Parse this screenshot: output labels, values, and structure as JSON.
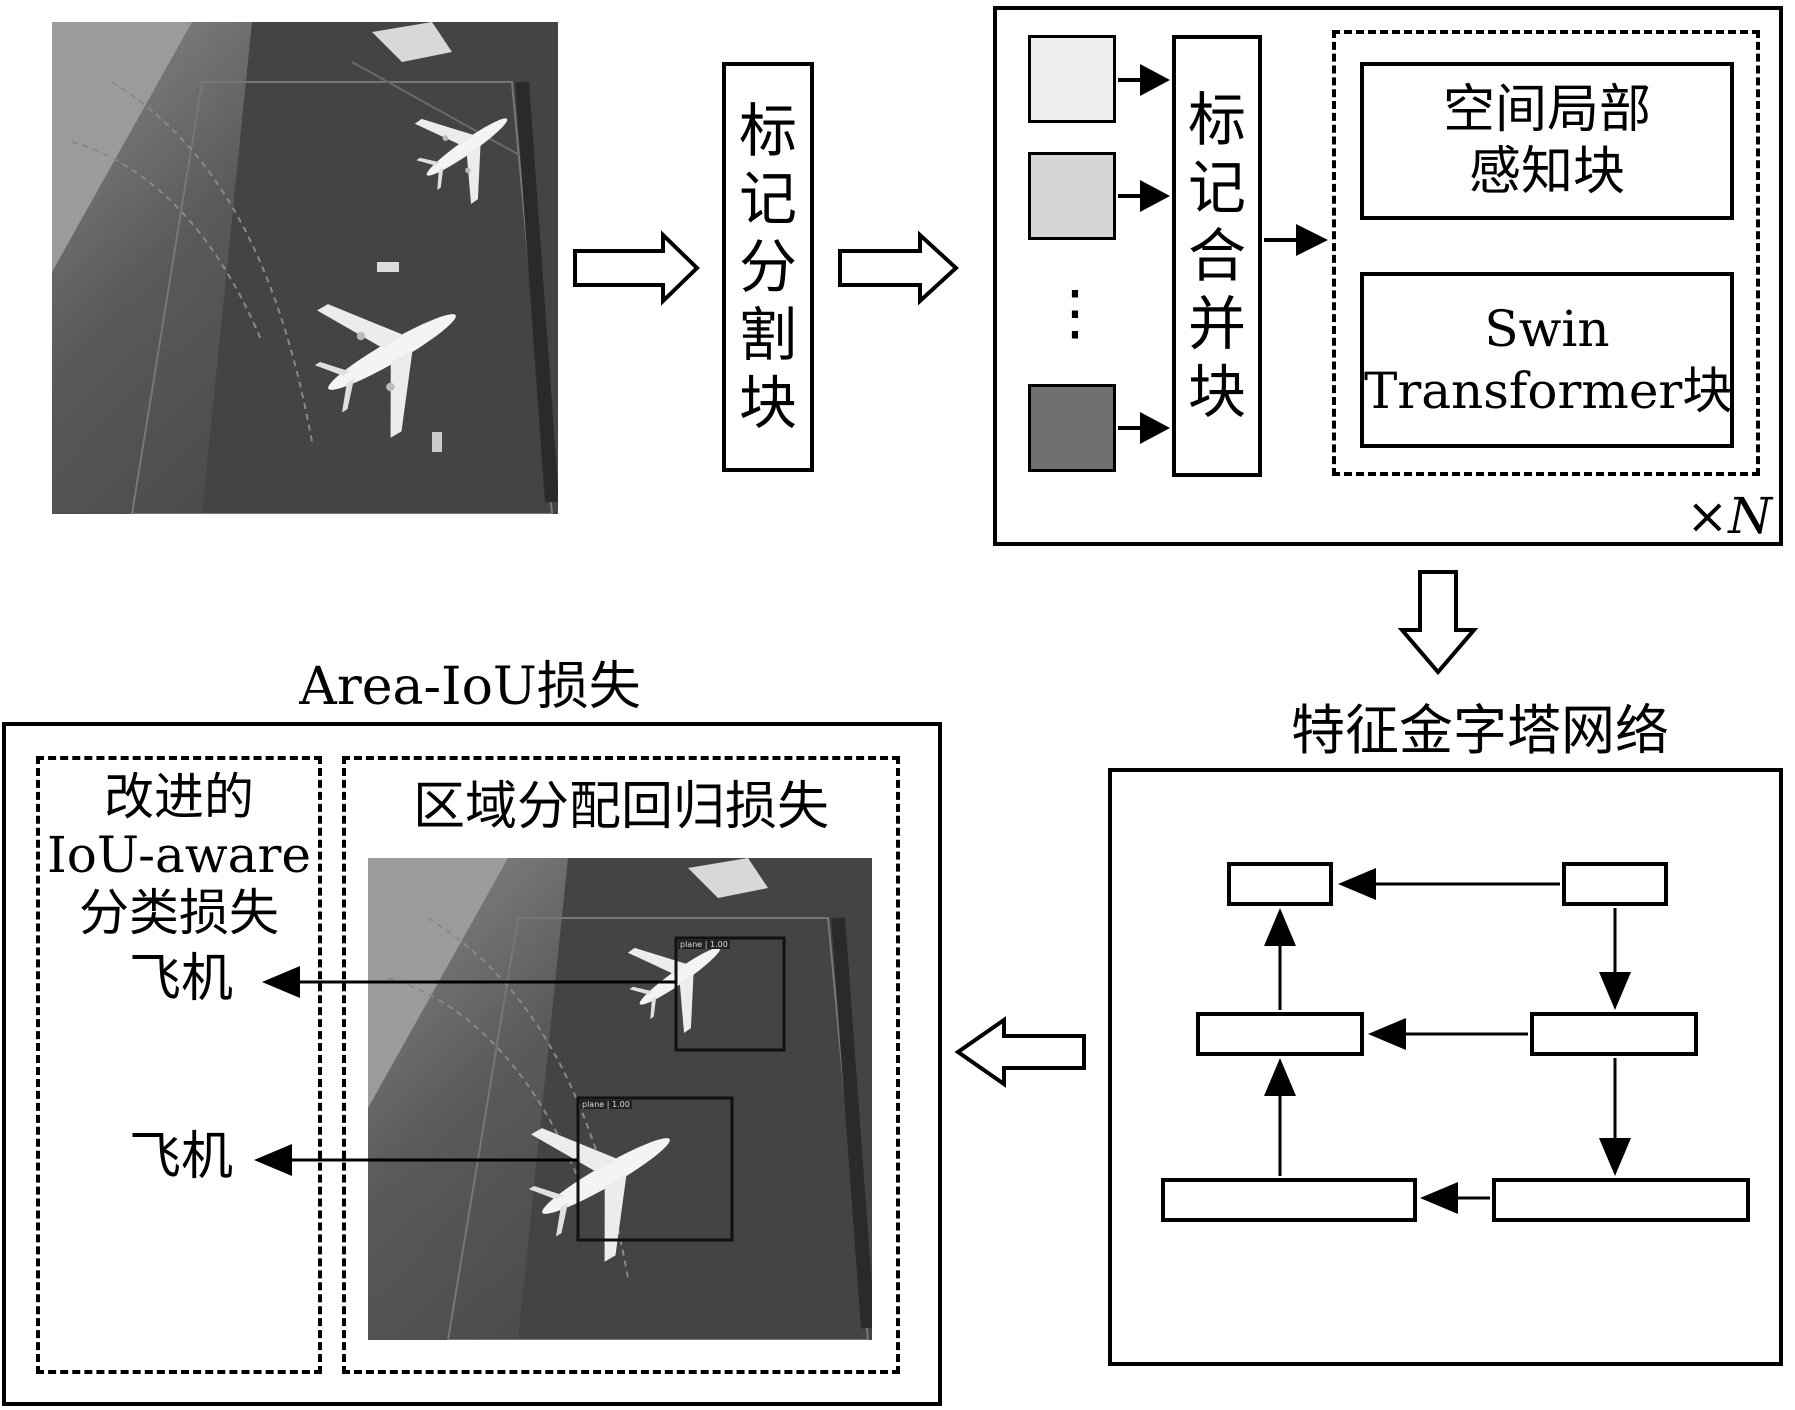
{
  "encoder": {
    "token_split_chars": [
      "标",
      "记",
      "分",
      "割",
      "块"
    ],
    "token_merge_chars": [
      "标",
      "记",
      "合",
      "并",
      "块"
    ],
    "ellipsis": "⋮",
    "spatial_block_lines": [
      "空间局部",
      "感知块"
    ],
    "swin_block_lines": [
      "Swin",
      "Transformer块"
    ],
    "repeat_label": "×",
    "repeat_var": "N",
    "token_colors": [
      "#efefef",
      "#d6d6d6",
      "#6f6f6f"
    ]
  },
  "fpn": {
    "title": "特征金字塔网络"
  },
  "loss": {
    "outer_title": "Area-IoU损失",
    "cls_lines": [
      "改进的",
      "IoU-aware",
      "分类损失"
    ],
    "reg_title": "区域分配回归损失",
    "class_labels": [
      "飞机",
      "飞机"
    ],
    "box_tags": [
      "plane | 1.00",
      "plane | 1.00"
    ]
  },
  "icons": {
    "flow": "hollow-arrow-icon",
    "link": "arrow-icon"
  }
}
